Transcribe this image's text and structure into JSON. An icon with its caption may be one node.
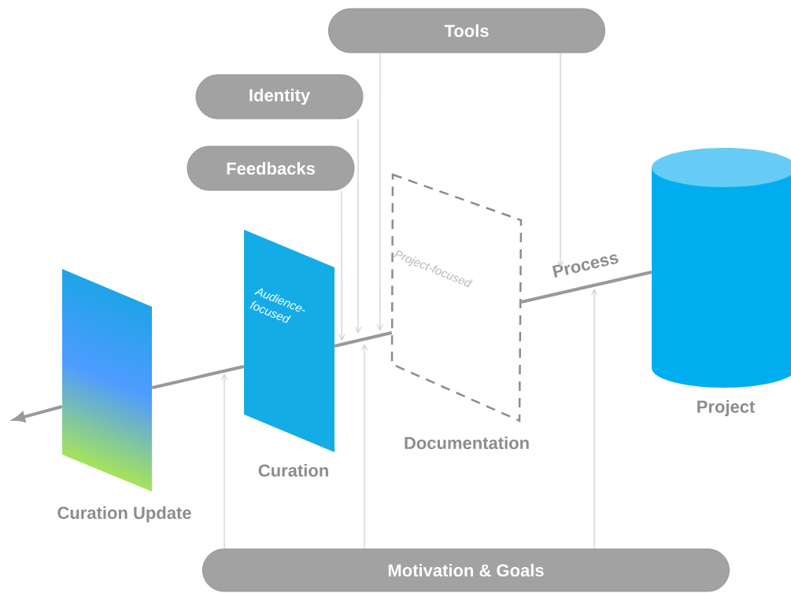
{
  "diagram": {
    "nodes": [
      {
        "text": [
          "Tools"
        ]
      },
      {
        "text": [
          "Identity"
        ]
      },
      {
        "text": [
          "Feedbacks"
        ]
      },
      {
        "text": [
          "Curation Update"
        ]
      },
      {
        "text": [
          "Audience-focused",
          "Curation"
        ]
      },
      {
        "text": [
          "Project-focused",
          "Documentation"
        ]
      },
      {
        "text": [
          "Project"
        ]
      },
      {
        "text": [
          "Motivation & Goals"
        ]
      }
    ],
    "edges": [
      {
        "from": 6,
        "to": 5,
        "arrow": "none",
        "label": "Process",
        "style": "thick",
        "color": "#999999"
      },
      {
        "from": 5,
        "to": 4,
        "arrow": "none",
        "style": "thick",
        "color": "#999999"
      },
      {
        "from": 4,
        "to": 3,
        "arrow": "none",
        "style": "thick",
        "color": "#999999"
      },
      {
        "from": 3,
        "to": null,
        "arrow": "to",
        "style": "thick",
        "color": "#999999"
      },
      {
        "from": 0,
        "to": 5,
        "arrow": "to"
      },
      {
        "from": 0,
        "to": null,
        "arrow": "to"
      },
      {
        "from": 1,
        "to": null,
        "arrow": "to"
      },
      {
        "from": 2,
        "to": 4,
        "arrow": "to"
      },
      {
        "from": 7,
        "to": null,
        "arrow": "to"
      },
      {
        "from": 7,
        "to": null,
        "arrow": "to"
      },
      {
        "from": 7,
        "to": null,
        "arrow": "to"
      }
    ]
  }
}
